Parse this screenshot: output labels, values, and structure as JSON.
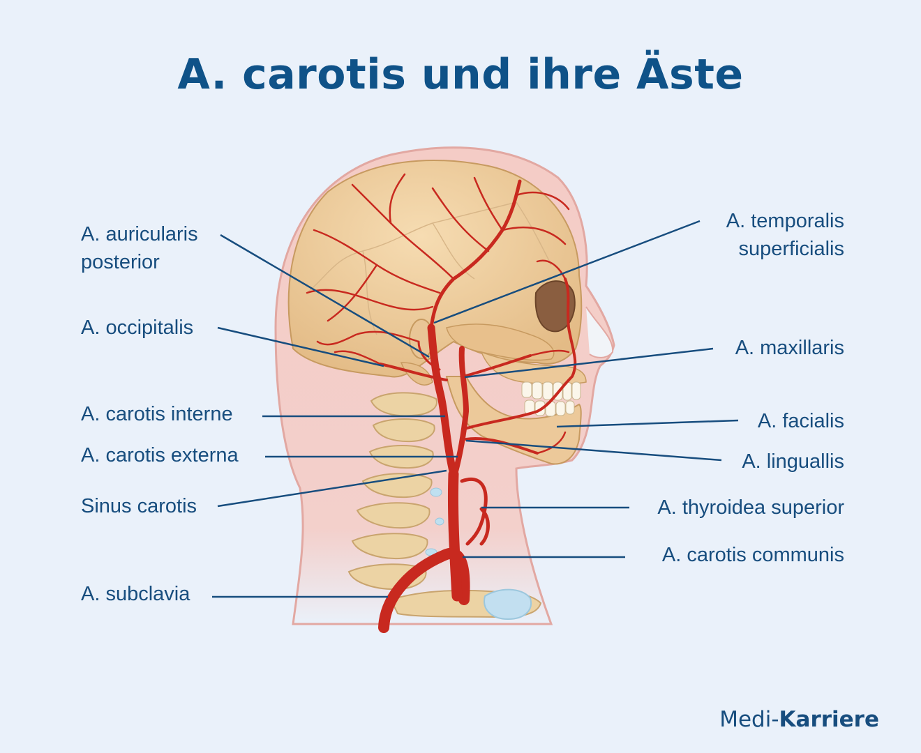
{
  "title": "A. carotis und ihre Äste",
  "labels": {
    "auricularis_line1": "A. auricularis",
    "auricularis_line2": "posterior",
    "occipitalis": "A. occipitalis",
    "carotis_interne": "A. carotis interne",
    "carotis_externa": "A. carotis externa",
    "sinus_carotis": "Sinus carotis",
    "subclavia": "A. subclavia",
    "temporalis_line1": "A. temporalis",
    "temporalis_line2": "superficialis",
    "maxillaris": "A. maxillaris",
    "facialis": "A. facialis",
    "linguallis": "A. linguallis",
    "thyroidea_superior": "A. thyroidea superior",
    "carotis_communis": "A. carotis communis"
  },
  "brand": {
    "part1": "Medi-",
    "part2": "Karriere"
  },
  "colors": {
    "background": "#eaf1fa",
    "title": "#0f5288",
    "label_text": "#174d7e",
    "leader_line": "#174d7e",
    "skin": "#f4ccc6",
    "bone": "#ecc99a",
    "artery": "#c8291f"
  }
}
